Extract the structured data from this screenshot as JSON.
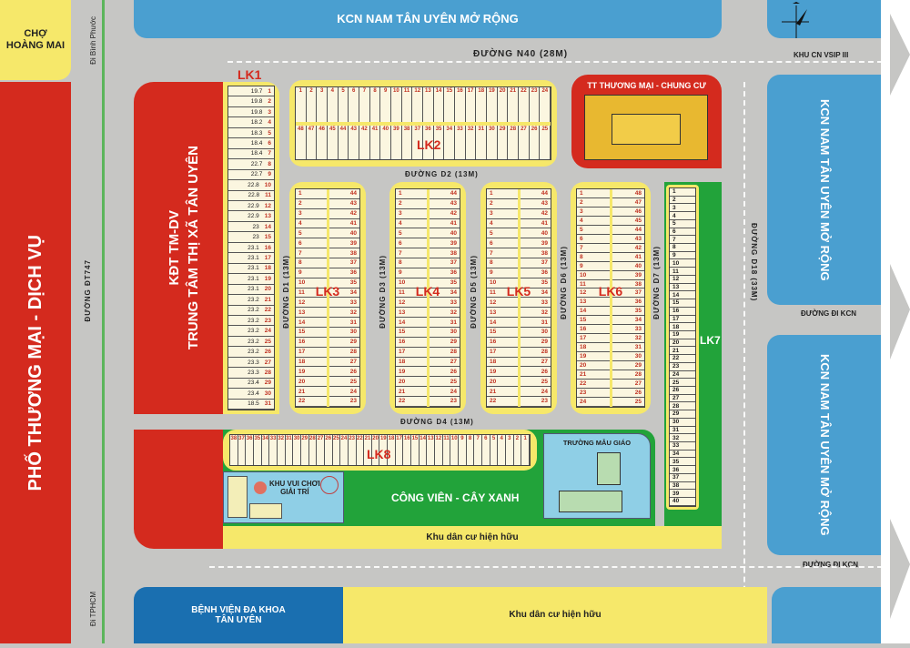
{
  "colors": {
    "road": "#c6c6c4",
    "commercial": "#d42a1e",
    "industrial": "#4a9fd0",
    "residential": "#f6e86a",
    "park": "#22a33a",
    "playground": "#8fcfe6",
    "hospital": "#1a6fb0"
  },
  "zones": {
    "cho": "CHỢ\nHOÀNG MAI",
    "pho": "PHỐ THƯƠNG MẠI - DỊCH VỤ",
    "kcn_top": "KCN NAM TÂN UYÊN MỞ RỘNG",
    "kcn_right1": "KCN NAM TÂN UYÊN MỞ RỘNG",
    "kcn_right2": "KCN NAM TÂN UYÊN MỞ RỘNG",
    "kdt_1": "KĐT TM-DV",
    "kdt_2": "TRUNG TÂM THỊ XÃ TÂN UYÊN",
    "tt": "TT THƯƠNG MẠI - CHUNG CƯ",
    "khu_vui_choi": "KHU VUI CHƠI\nGIẢI TRÍ",
    "cong_vien": "CÔNG VIÊN - CÂY XANH",
    "truong": "TRƯỜNG MẪU GIÁO",
    "dan_cu1": "Khu dân cư hiện hữu",
    "dan_cu2": "Khu dân cư hiện hữu",
    "benh_vien": "BỆNH VIỆN ĐA KHOA\nTÂN UYÊN"
  },
  "roads": {
    "n40": "ĐƯỜNG N40 (28M)",
    "vsip": "KHU CN VSIP III",
    "d2": "ĐƯỜNG D2 (13M)",
    "d4": "ĐƯỜNG D4 (13M)",
    "d1": "ĐƯỜNG D1 (13M)",
    "d3": "ĐƯỜNG D3 (13M)",
    "d5": "ĐƯỜNG D5 (13M)",
    "d6": "ĐƯỜNG D6 (13M)",
    "d7": "ĐƯỜNG D7 (13M)",
    "d18": "ĐƯỜNG D18 (33M)",
    "dt747": "ĐƯỜNG ĐT747",
    "kcn1": "ĐƯỜNG ĐI KCN",
    "kcn2": "ĐƯỜNG ĐI KCN",
    "binh_phuoc": "Đi Bình Phước",
    "tphcm": "Đi TPHCM"
  },
  "blocks": {
    "LK1": {
      "name": "LK1",
      "lots": [
        1,
        2,
        3,
        4,
        5,
        6,
        7,
        8,
        9,
        10,
        11,
        12,
        13,
        14,
        15,
        16,
        17,
        18,
        19,
        20,
        21,
        22,
        23,
        24,
        25,
        26,
        27,
        28,
        29,
        30,
        31
      ],
      "depths": [
        "19.7",
        "19.8",
        "19.8",
        "18.2",
        "18.3",
        "18.4",
        "18.4",
        "22.7",
        "22.7",
        "22.8",
        "22.8",
        "22.9",
        "22.9",
        "23",
        "23",
        "23.1",
        "23.1",
        "23.1",
        "23.1",
        "23.1",
        "23.2",
        "23.2",
        "23.2",
        "23.2",
        "23.2",
        "23.2",
        "23.3",
        "23.3",
        "23.4",
        "23.4",
        "18.5"
      ]
    },
    "LK2": {
      "name": "LK2",
      "top": [
        1,
        2,
        3,
        4,
        5,
        6,
        7,
        8,
        9,
        10,
        11,
        12,
        13,
        14,
        15,
        16,
        17,
        18,
        19,
        20,
        21,
        22,
        23,
        24
      ],
      "bottom": [
        48,
        47,
        46,
        45,
        44,
        43,
        42,
        41,
        40,
        39,
        38,
        37,
        36,
        35,
        34,
        33,
        32,
        31,
        30,
        29,
        28,
        27,
        26,
        25
      ]
    },
    "LK3": {
      "name": "LK3",
      "left": [
        1,
        2,
        3,
        4,
        5,
        6,
        7,
        8,
        9,
        10,
        11,
        12,
        13,
        14,
        15,
        16,
        17,
        18,
        19,
        20,
        21,
        22
      ],
      "right": [
        44,
        43,
        42,
        41,
        40,
        39,
        38,
        37,
        36,
        35,
        34,
        33,
        32,
        31,
        30,
        29,
        28,
        27,
        26,
        25,
        24,
        23
      ]
    },
    "LK4": {
      "name": "LK4",
      "left": [
        1,
        2,
        3,
        4,
        5,
        6,
        7,
        8,
        9,
        10,
        11,
        12,
        13,
        14,
        15,
        16,
        17,
        18,
        19,
        20,
        21,
        22
      ],
      "right": [
        44,
        43,
        42,
        41,
        40,
        39,
        38,
        37,
        36,
        35,
        34,
        33,
        32,
        31,
        30,
        29,
        28,
        27,
        26,
        25,
        24,
        23
      ]
    },
    "LK5": {
      "name": "LK5",
      "left": [
        1,
        2,
        3,
        4,
        5,
        6,
        7,
        8,
        9,
        10,
        11,
        12,
        13,
        14,
        15,
        16,
        17,
        18,
        19,
        20,
        21,
        22
      ],
      "right": [
        44,
        43,
        42,
        41,
        40,
        39,
        38,
        37,
        36,
        35,
        34,
        33,
        32,
        31,
        30,
        29,
        28,
        27,
        26,
        25,
        24,
        23
      ]
    },
    "LK6": {
      "name": "LK6",
      "left": [
        1,
        2,
        3,
        4,
        5,
        6,
        7,
        8,
        9,
        10,
        11,
        12,
        13,
        14,
        15,
        16,
        17,
        18,
        19,
        20,
        21,
        22,
        23,
        24
      ],
      "right": [
        48,
        47,
        46,
        45,
        44,
        43,
        42,
        41,
        40,
        39,
        38,
        37,
        36,
        35,
        34,
        33,
        32,
        31,
        30,
        29,
        28,
        27,
        26,
        25
      ]
    },
    "LK7": {
      "name": "LK7",
      "lots": [
        1,
        2,
        3,
        4,
        5,
        6,
        7,
        8,
        9,
        10,
        11,
        12,
        13,
        14,
        15,
        16,
        17,
        18,
        19,
        20,
        21,
        22,
        23,
        24,
        25,
        26,
        27,
        28,
        29,
        30,
        31,
        32,
        33,
        34,
        35,
        36,
        37,
        38,
        39,
        40
      ]
    },
    "LK8": {
      "name": "LK8",
      "lots": [
        38,
        37,
        36,
        35,
        34,
        33,
        32,
        31,
        30,
        29,
        28,
        27,
        26,
        25,
        24,
        23,
        22,
        21,
        20,
        19,
        18,
        17,
        16,
        15,
        14,
        13,
        12,
        11,
        10,
        9,
        8,
        7,
        6,
        5,
        4,
        3,
        2,
        1
      ]
    }
  },
  "icons": {
    "compass": "compass-north-icon",
    "arrows": "road-direction-arrow-icon"
  }
}
